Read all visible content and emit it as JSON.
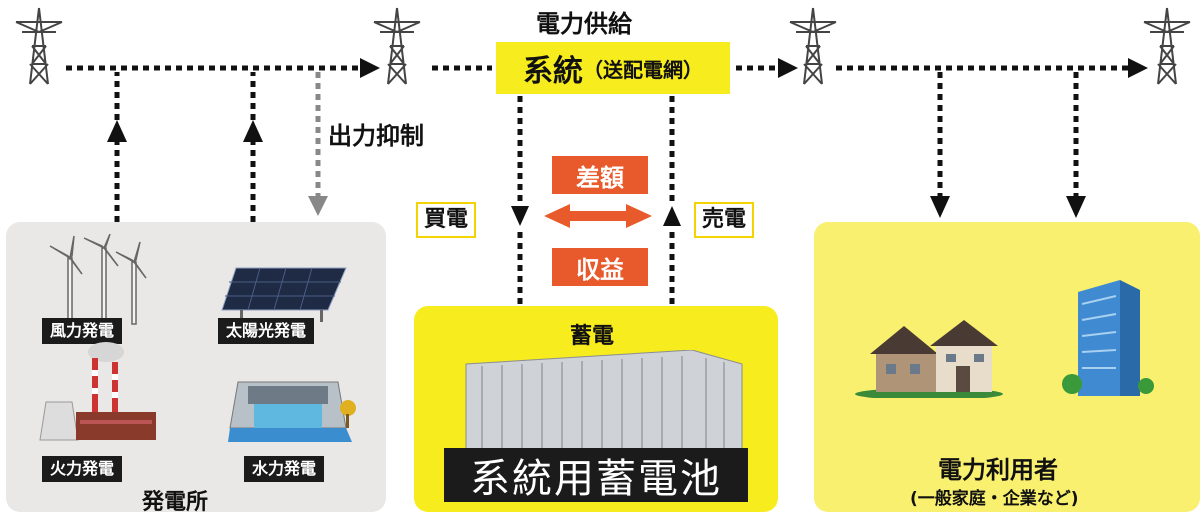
{
  "top": {
    "supply_label": "電力供給",
    "curtail_label": "出力抑制"
  },
  "grid": {
    "main": "系統",
    "sub": "（送配電網）"
  },
  "trade": {
    "buy": "買電",
    "sell": "売電",
    "diff": "差額",
    "revenue": "収益"
  },
  "plants": {
    "title": "発電所",
    "items": [
      {
        "label": "風力発電",
        "icon": "wind-turbine-icon"
      },
      {
        "label": "太陽光発電",
        "icon": "solar-panel-icon"
      },
      {
        "label": "火力発電",
        "icon": "thermal-plant-icon"
      },
      {
        "label": "水力発電",
        "icon": "hydro-dam-icon"
      }
    ]
  },
  "storage": {
    "label": "蓄電",
    "title": "系統用蓄電池"
  },
  "users": {
    "title": "電力利用者",
    "subtitle": "(一般家庭・企業など)"
  },
  "colors": {
    "yellow": "#f7ec1e",
    "orange": "#e85a2b",
    "panel_gray": "#e9e8e6",
    "dark": "#1b1b1b"
  }
}
